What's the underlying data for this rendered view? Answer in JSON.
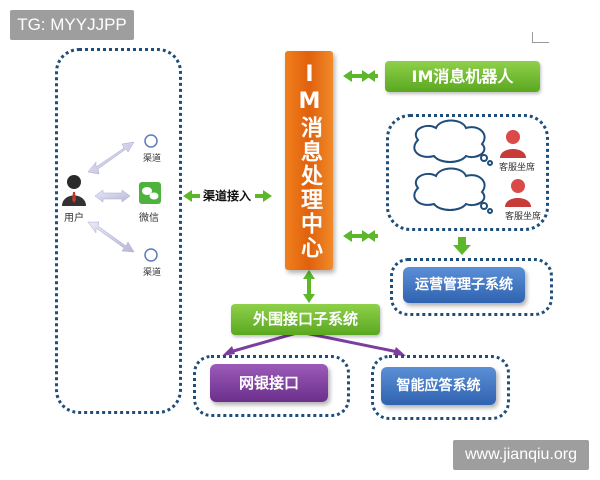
{
  "watermark_tag": "TG: MYYJJPP",
  "watermark_site": "www.jianqiu.org",
  "center": {
    "label": "IM消息处理中心"
  },
  "bot": {
    "label": "IM消息机器人"
  },
  "channel_access": {
    "label": "渠道接入"
  },
  "user": {
    "label": "用户"
  },
  "wechat": {
    "label": "微信"
  },
  "channel_top": {
    "label": "渠道"
  },
  "channel_bottom": {
    "label": "渠道"
  },
  "agent1": {
    "label": "客服坐席"
  },
  "agent2": {
    "label": "客服坐席"
  },
  "ops": {
    "label": "运营管理子系统"
  },
  "external": {
    "label": "外围接口子系统"
  },
  "bank": {
    "label": "网银接口"
  },
  "smart": {
    "label": "智能应答系统"
  },
  "colors": {
    "green": "#6bb82a",
    "orange": "#ea6f15",
    "blue": "#3a6fbf",
    "purple": "#7d3d9e",
    "frame": "#1f4e7a"
  }
}
